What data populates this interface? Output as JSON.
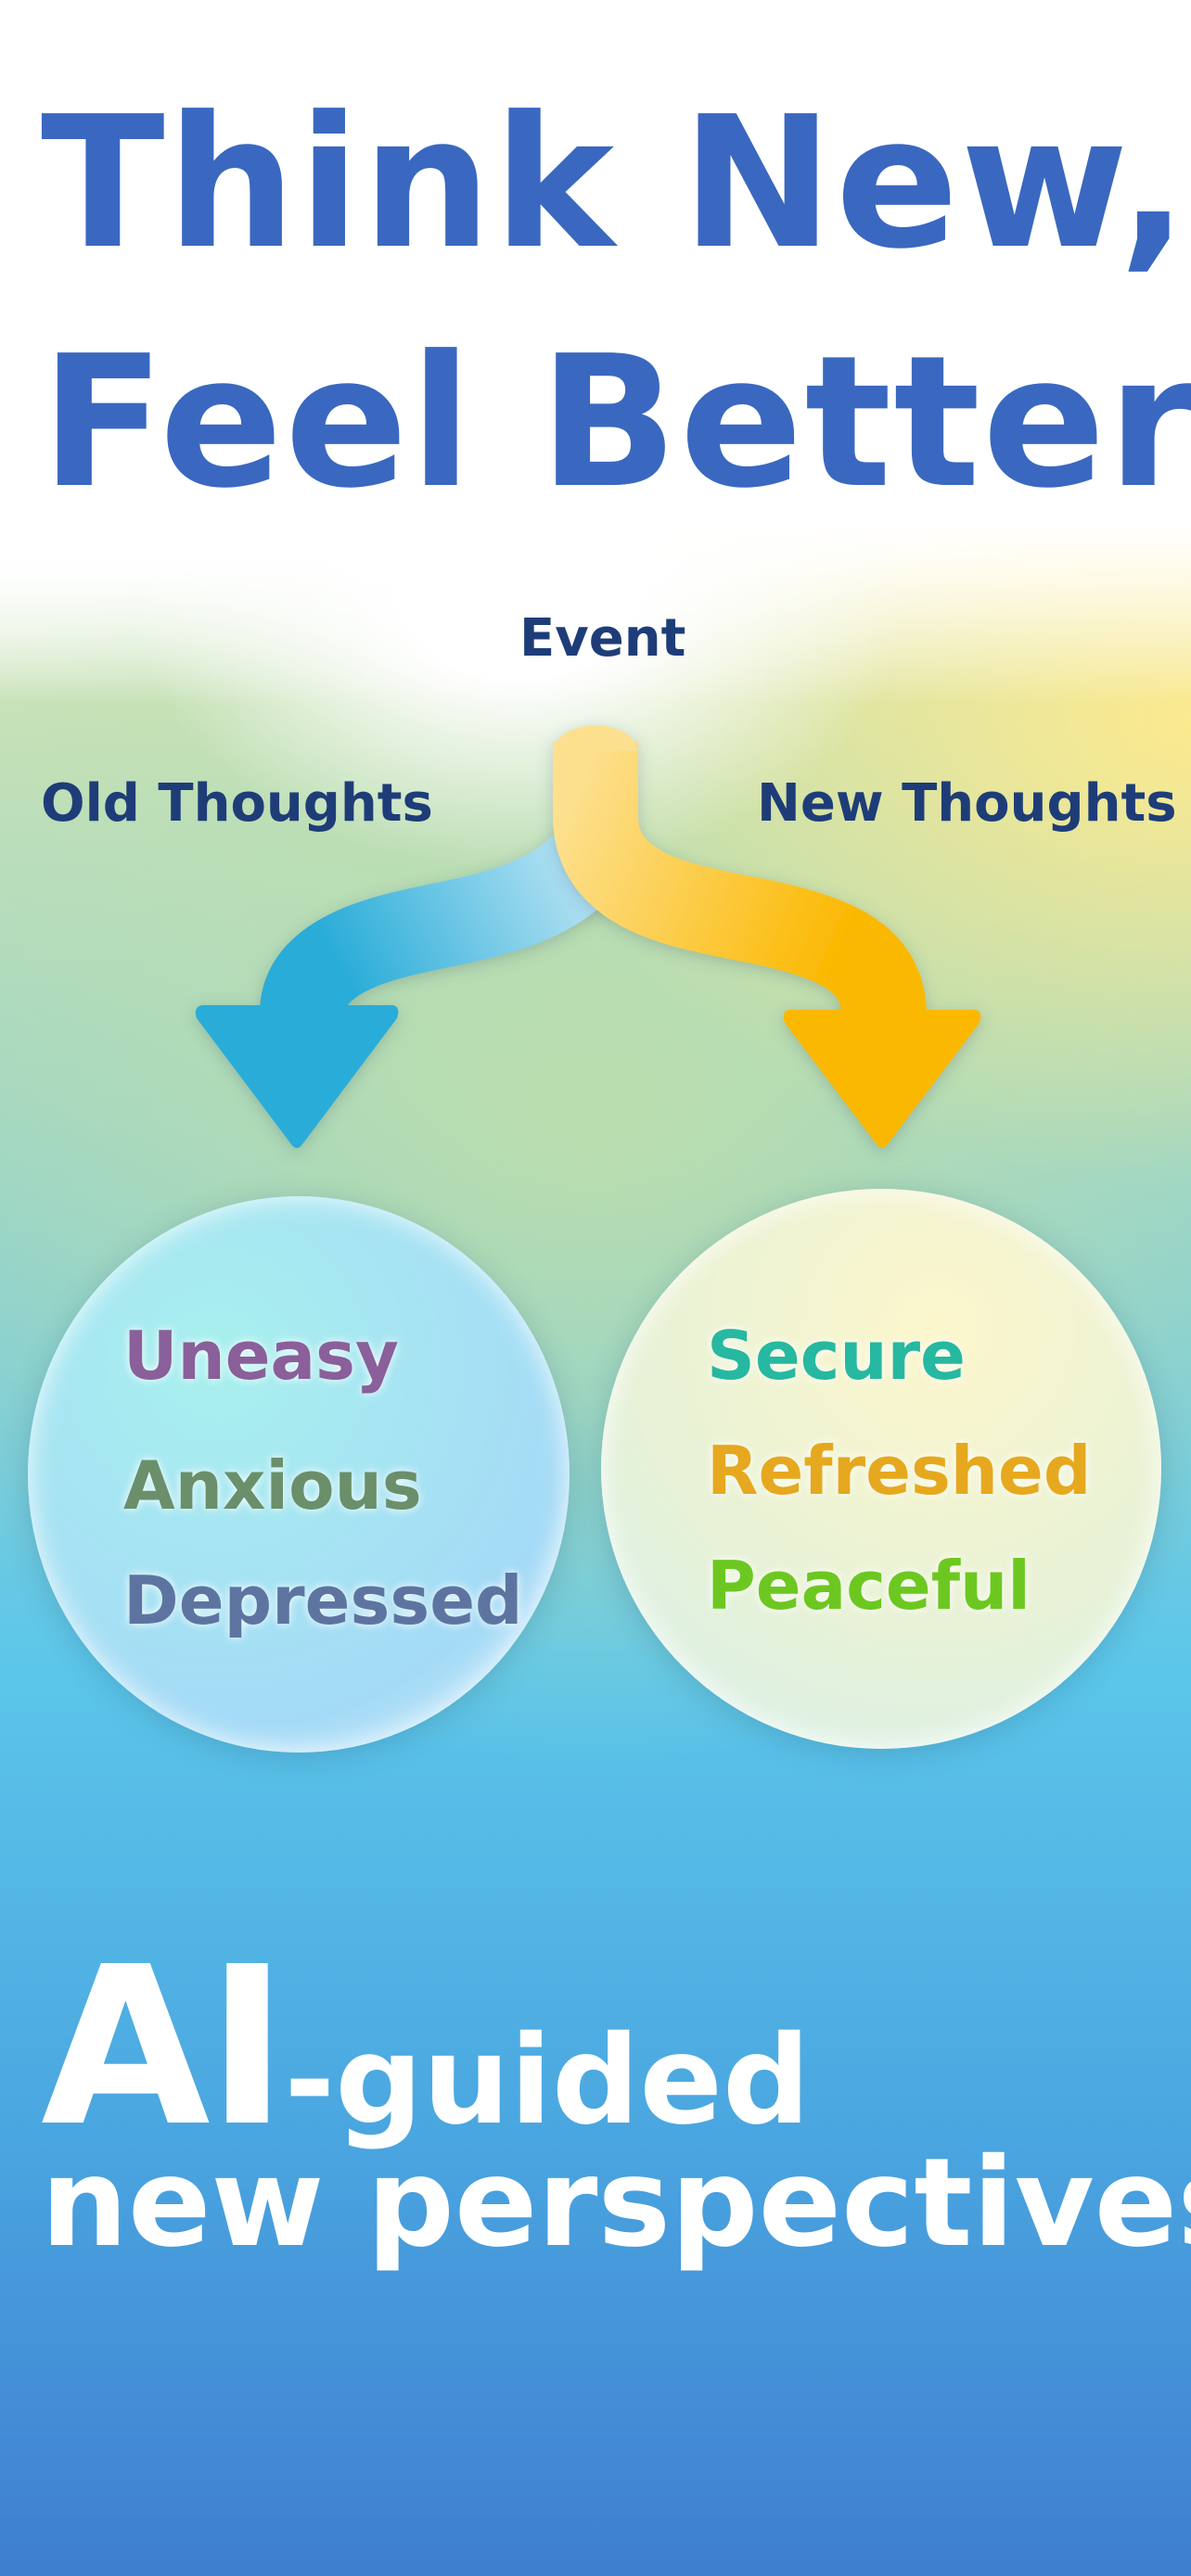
{
  "headline": {
    "line1": "Think New,",
    "line2": "Feel Better"
  },
  "diagram": {
    "event_label": "Event",
    "old_label": "Old Thoughts",
    "new_label": "New Thoughts",
    "old_feelings": [
      "Uneasy",
      "Anxious",
      "Depressed"
    ],
    "new_feelings": [
      "Secure",
      "Refreshed",
      "Peaceful"
    ]
  },
  "tagline": {
    "ai": "AI",
    "guided": "-guided",
    "line2": "new perspectives"
  },
  "colors": {
    "title": "#3a68c0",
    "label": "#1e3d78",
    "old_arrow": "#29acd8",
    "new_arrow": "#fbb800",
    "uneasy": "#8a5f9a",
    "anxious": "#6a8f6a",
    "depressed": "#5e74a0",
    "secure": "#26b8a0",
    "refreshed": "#e6a81e",
    "peaceful": "#6cc820"
  }
}
